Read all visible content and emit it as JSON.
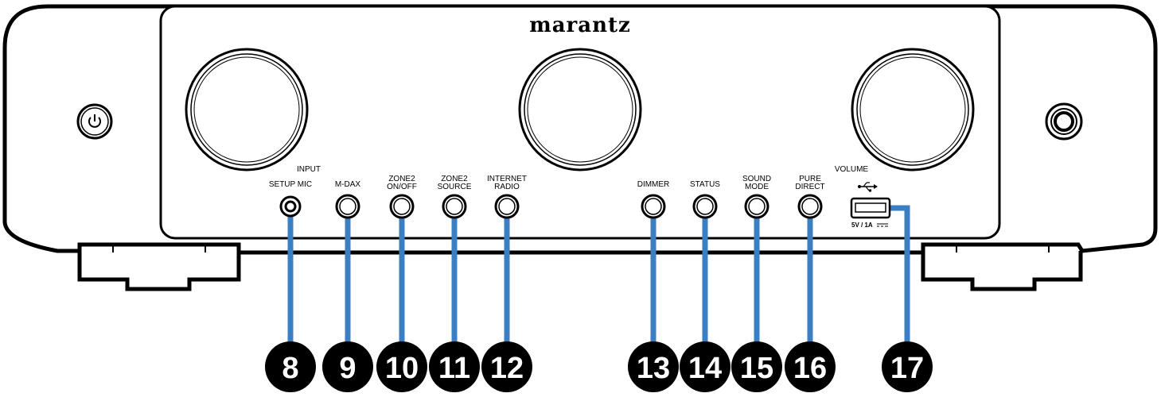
{
  "brand": "marantz",
  "knobs": {
    "input_label": "INPUT",
    "volume_label": "VOLUME"
  },
  "usb": {
    "rating": "5V / 1A"
  },
  "colors": {
    "leader_line": "#3a7fc4",
    "outline": "#000000",
    "callout_fill": "#000000"
  },
  "controls": [
    {
      "label_lines": [
        "SETUP MIC"
      ],
      "number": "8",
      "kind": "jack"
    },
    {
      "label_lines": [
        "M-DAX"
      ],
      "number": "9",
      "kind": "button"
    },
    {
      "label_lines": [
        "ZONE2",
        "ON/OFF"
      ],
      "number": "10",
      "kind": "button"
    },
    {
      "label_lines": [
        "ZONE2",
        "SOURCE"
      ],
      "number": "11",
      "kind": "button"
    },
    {
      "label_lines": [
        "INTERNET",
        "RADIO"
      ],
      "number": "12",
      "kind": "button"
    },
    {
      "label_lines": [
        "DIMMER"
      ],
      "number": "13",
      "kind": "button"
    },
    {
      "label_lines": [
        "STATUS"
      ],
      "number": "14",
      "kind": "button"
    },
    {
      "label_lines": [
        "SOUND",
        "MODE"
      ],
      "number": "15",
      "kind": "button"
    },
    {
      "label_lines": [
        "PURE",
        "DIRECT"
      ],
      "number": "16",
      "kind": "button"
    },
    {
      "label_lines": [],
      "number": "17",
      "kind": "usb"
    }
  ]
}
